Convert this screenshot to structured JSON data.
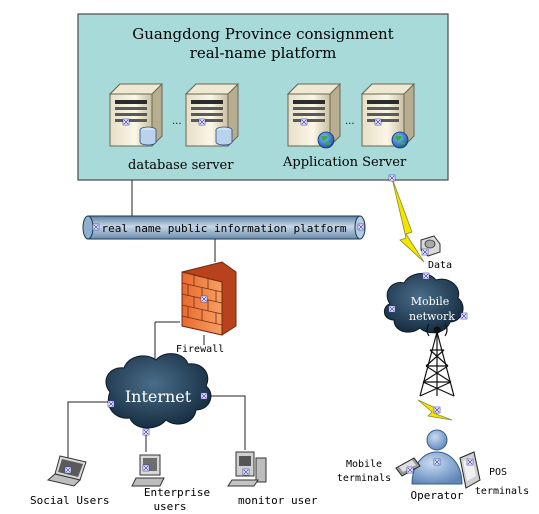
{
  "platform": {
    "title_line1": "Guangdong Province consignment",
    "title_line2": "real-name platform",
    "fill": "#a8dada"
  },
  "labels": {
    "database_server": "database server",
    "application_server": "Application Server",
    "info_platform": "real name public information platform",
    "firewall": "Firewall",
    "internet": "Internet",
    "social_users": "Social Users",
    "enterprise_users_line1": "Enterprise",
    "enterprise_users_line2": "users",
    "monitor_user": "monitor user",
    "data": "Data",
    "mobile_network_line1": "Mobile",
    "mobile_network_line2": "network",
    "mobile_terminals_line1": "Mobile",
    "mobile_terminals_line2": "terminals",
    "operator": "Operator",
    "pos_terminals_line1": "POS",
    "pos_terminals_line2": "terminals",
    "ellipsis": "..."
  },
  "icons": {
    "server": "server-tower-icon",
    "database": "database-cylinder-icon",
    "globe": "globe-icon",
    "firewall": "brick-firewall-icon",
    "cloud": "cloud-icon",
    "laptop": "laptop-icon",
    "workstation": "workstation-icon",
    "tower": "radio-tower-icon",
    "lightning": "lightning-bolt-icon",
    "person": "person-icon"
  }
}
